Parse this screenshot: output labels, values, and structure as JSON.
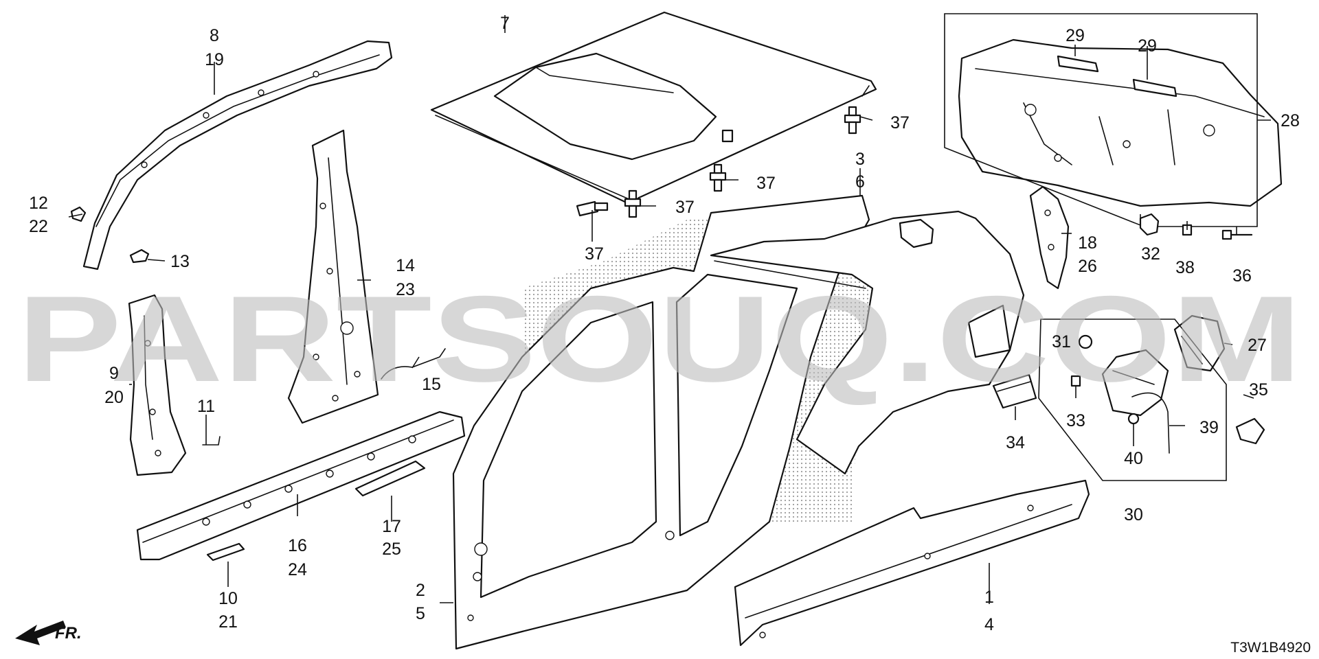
{
  "watermark": {
    "text": "PARTSOUQ.COM",
    "color": "#bdbdbd"
  },
  "drawing_code": "T3W1B4920",
  "front_label": "FR.",
  "callouts": [
    {
      "id": "c1",
      "text": "1"
    },
    {
      "id": "c2",
      "text": "2"
    },
    {
      "id": "c3",
      "text": "3"
    },
    {
      "id": "c4",
      "text": "4"
    },
    {
      "id": "c5",
      "text": "5"
    },
    {
      "id": "c6",
      "text": "6"
    },
    {
      "id": "c7",
      "text": "7"
    },
    {
      "id": "c8",
      "text": "8"
    },
    {
      "id": "c9",
      "text": "9"
    },
    {
      "id": "c10",
      "text": "10"
    },
    {
      "id": "c11",
      "text": "11"
    },
    {
      "id": "c12",
      "text": "12"
    },
    {
      "id": "c13",
      "text": "13"
    },
    {
      "id": "c14",
      "text": "14"
    },
    {
      "id": "c15",
      "text": "15"
    },
    {
      "id": "c16",
      "text": "16"
    },
    {
      "id": "c17",
      "text": "17"
    },
    {
      "id": "c18",
      "text": "18"
    },
    {
      "id": "c19",
      "text": "19"
    },
    {
      "id": "c20",
      "text": "20"
    },
    {
      "id": "c21",
      "text": "21"
    },
    {
      "id": "c22",
      "text": "22"
    },
    {
      "id": "c23",
      "text": "23"
    },
    {
      "id": "c24",
      "text": "24"
    },
    {
      "id": "c25",
      "text": "25"
    },
    {
      "id": "c26",
      "text": "26"
    },
    {
      "id": "c27",
      "text": "27"
    },
    {
      "id": "c28",
      "text": "28"
    },
    {
      "id": "c29a",
      "text": "29"
    },
    {
      "id": "c29b",
      "text": "29"
    },
    {
      "id": "c30",
      "text": "30"
    },
    {
      "id": "c31",
      "text": "31"
    },
    {
      "id": "c32",
      "text": "32"
    },
    {
      "id": "c33",
      "text": "33"
    },
    {
      "id": "c34",
      "text": "34"
    },
    {
      "id": "c35",
      "text": "35"
    },
    {
      "id": "c36",
      "text": "36"
    },
    {
      "id": "c37a",
      "text": "37"
    },
    {
      "id": "c37b",
      "text": "37"
    },
    {
      "id": "c37c",
      "text": "37"
    },
    {
      "id": "c37d",
      "text": "37"
    },
    {
      "id": "c38",
      "text": "38"
    },
    {
      "id": "c39",
      "text": "39"
    },
    {
      "id": "c40",
      "text": "40"
    }
  ]
}
